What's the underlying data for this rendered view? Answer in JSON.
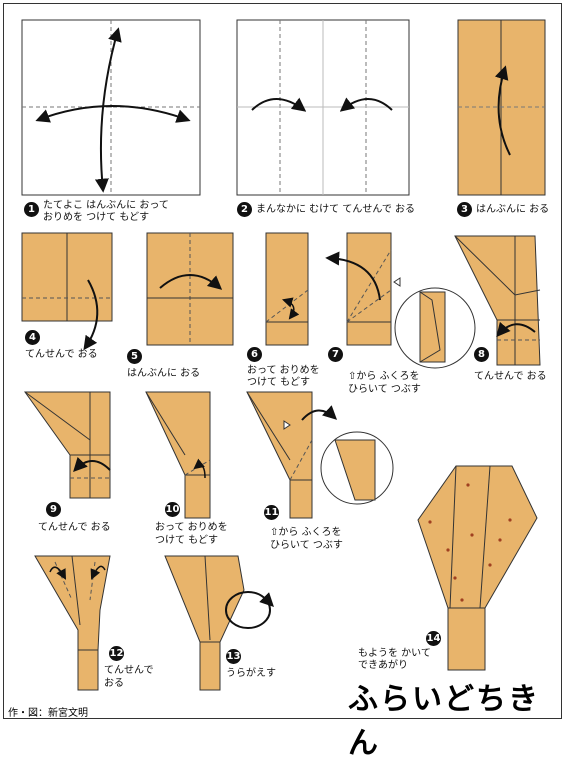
{
  "colors": {
    "paper": "#e8b46b",
    "line": "#333333",
    "background": "#ffffff"
  },
  "steps": [
    {
      "num": "1",
      "text": [
        "たてよこ はんぶんに おって",
        "おりめを つけて もどす"
      ]
    },
    {
      "num": "2",
      "text": [
        "まんなかに むけて てんせんで おる"
      ]
    },
    {
      "num": "3",
      "text": [
        "はんぶんに おる"
      ]
    },
    {
      "num": "4",
      "text": [
        "てんせんで おる"
      ]
    },
    {
      "num": "5",
      "text": [
        "はんぶんに おる"
      ]
    },
    {
      "num": "6",
      "text": [
        "おって おりめを",
        "つけて もどす"
      ]
    },
    {
      "num": "7",
      "text": [
        "⇧から ふくろを",
        "ひらいて つぶす"
      ]
    },
    {
      "num": "8",
      "text": [
        "てんせんで おる"
      ]
    },
    {
      "num": "9",
      "text": [
        "てんせんで おる"
      ]
    },
    {
      "num": "10",
      "text": [
        "おって おりめを",
        "つけて もどす"
      ]
    },
    {
      "num": "11",
      "text": [
        "⇧から ふくろを",
        "ひらいて つぶす"
      ]
    },
    {
      "num": "12",
      "text": [
        "てんせんで",
        "おる"
      ]
    },
    {
      "num": "13",
      "text": [
        "うらがえす"
      ]
    },
    {
      "num": "14",
      "text": [
        "もようを かいて",
        "できあがり"
      ]
    }
  ],
  "title": "ふらいどちきん",
  "credit": "作・図：新宮文明"
}
